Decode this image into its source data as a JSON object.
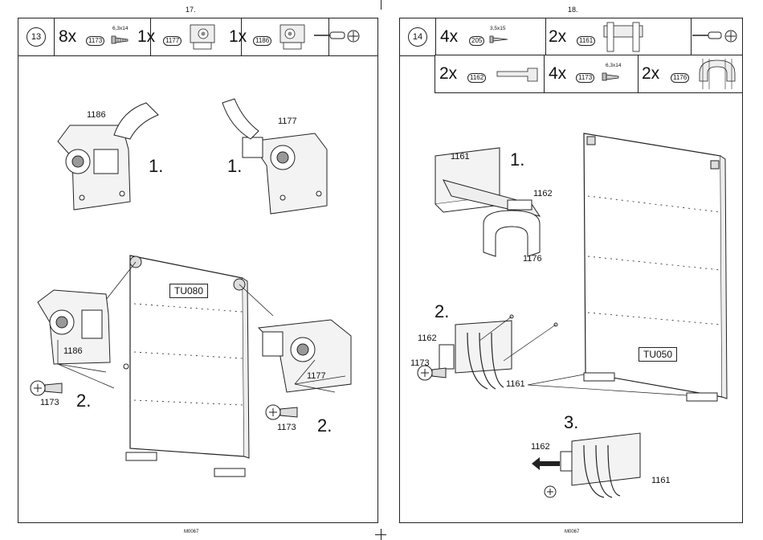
{
  "pages": {
    "left": {
      "page_number": "17.",
      "step": "13",
      "parts": [
        {
          "qty": "8x",
          "code": "1173",
          "size": "6,3x14"
        },
        {
          "qty": "1x",
          "code": "1177"
        },
        {
          "qty": "1x",
          "code": "1186"
        }
      ],
      "labels": {
        "part_1186_top": "1186",
        "part_1177_top": "1177",
        "step1_a": "1.",
        "step1_b": "1.",
        "panel": "TU080",
        "part_1186_bottom": "1186",
        "part_1173_left": "1173",
        "step2_a": "2.",
        "part_1177_bottom": "1177",
        "part_1173_right": "1173",
        "step2_b": "2."
      },
      "footer": "M0067"
    },
    "right": {
      "page_number": "18.",
      "step": "14",
      "parts_row1": [
        {
          "qty": "4x",
          "code": "205",
          "size": "3,5x15"
        },
        {
          "qty": "2x",
          "code": "1161"
        }
      ],
      "parts_row2": [
        {
          "qty": "2x",
          "code": "1162"
        },
        {
          "qty": "4x",
          "code": "1173",
          "size": "6,3x14"
        },
        {
          "qty": "2x",
          "code": "1176"
        }
      ],
      "labels": {
        "part_1161_a": "1161",
        "step1": "1.",
        "part_1162_a": "1162",
        "part_1176": "1176",
        "step2": "2.",
        "part_1162_b": "1162",
        "part_1173": "1173",
        "part_1161_b": "1161",
        "panel": "TU050",
        "step3": "3.",
        "part_1162_c": "1162",
        "part_1161_c": "1161"
      },
      "footer": "M0067"
    }
  },
  "icons": [
    "screwdriver-icon",
    "phillips-head-icon",
    "screw-icon",
    "hand-icon",
    "arrow-left-icon"
  ],
  "colors": {
    "line": "#222222",
    "background": "#ffffff"
  }
}
